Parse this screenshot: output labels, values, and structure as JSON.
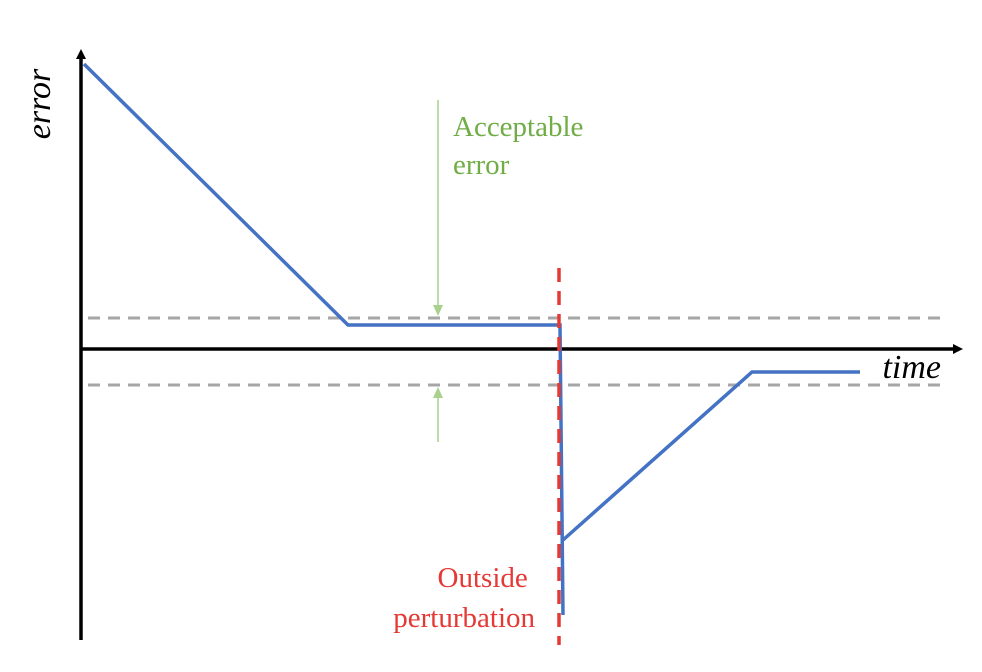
{
  "axes": {
    "y_label": "error",
    "x_label": "time"
  },
  "annotations": {
    "acceptable_error": [
      "Acceptable",
      "error"
    ],
    "perturbation": [
      "Outside",
      "perturbation"
    ]
  },
  "colors": {
    "axis": "#000000",
    "curve": "#4472C4",
    "threshold": "#A6A6A6",
    "acceptable": "#70AD47",
    "acceptable_arrow": "#A9D18E",
    "perturbation": "#E53935"
  }
}
